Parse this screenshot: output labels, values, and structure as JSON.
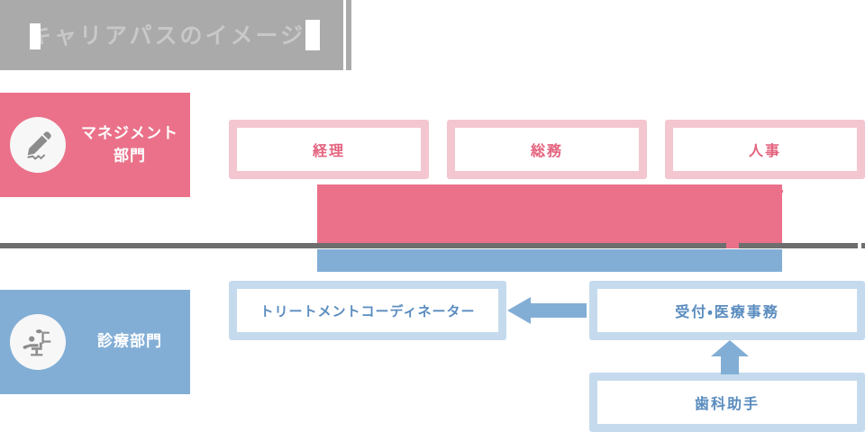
{
  "title": {
    "text": "キャリアパスのイメージ",
    "color": "#c8c8c8",
    "bar_color": "#aaaaaa"
  },
  "departments": [
    {
      "id": "management",
      "label": "マネジメント\n部門",
      "icon": "pencil-icon",
      "color": "#ea7189"
    },
    {
      "id": "clinical",
      "label": "診療部門",
      "icon": "dental-chair-icon",
      "color": "#82aed6"
    }
  ],
  "management_roles": [
    {
      "id": "keiri",
      "label": "経理"
    },
    {
      "id": "soumu",
      "label": "総務"
    },
    {
      "id": "jinji",
      "label": "人事"
    }
  ],
  "clinical_roles": [
    {
      "id": "treatment-coordinator",
      "label": "トリートメントコーディネーター"
    },
    {
      "id": "reception-medical-office",
      "label": "受付・医療事務"
    },
    {
      "id": "dental-assistant",
      "label": "歯科助手"
    }
  ],
  "arrows": [
    {
      "id": "reception-to-coordinator",
      "direction": "left",
      "color": "#82aed6"
    },
    {
      "id": "assistant-to-reception",
      "direction": "up",
      "color": "#82aed6"
    }
  ],
  "colors": {
    "pink_strong": "#ea7189",
    "pink_text": "#e4637f",
    "pink_border": "#f4c6cf",
    "blue_strong": "#82aed6",
    "blue_text": "#5a8cbf",
    "blue_border": "#c5dbed",
    "divider": "#6e6e6e",
    "title_bar": "#aaaaaa"
  }
}
